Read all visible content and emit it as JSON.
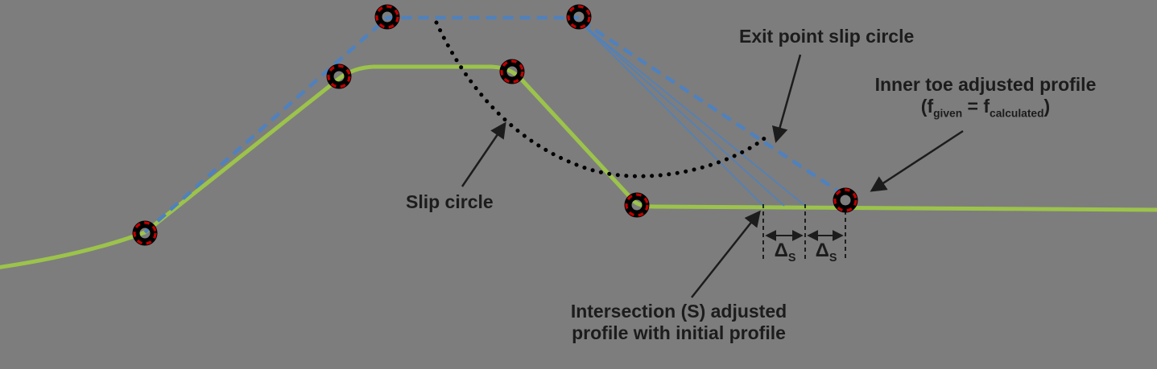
{
  "colors": {
    "background": "#7d7d7d",
    "profile-green": "#9cc34b",
    "adjusted-blue": "#4f81bd",
    "slip-circle-black": "#000000",
    "marker-black": "#000000",
    "marker-red": "#c00000",
    "text": "#1c1c1c"
  },
  "annotations": {
    "exit_point": "Exit point slip circle",
    "inner_toe": {
      "line1": "Inner toe adjusted profile",
      "formula": {
        "open": "(f",
        "sub1": "given",
        "eq": " = f",
        "sub2": "calculated",
        "close": ")"
      }
    },
    "slip_circle": "Slip circle",
    "intersection": {
      "line1": "Intersection (S) adjusted",
      "line2": "profile with initial profile"
    },
    "delta_left": {
      "symbol": "Δ",
      "sub": "S"
    },
    "delta_right": {
      "symbol": "Δ",
      "sub": "S"
    }
  }
}
